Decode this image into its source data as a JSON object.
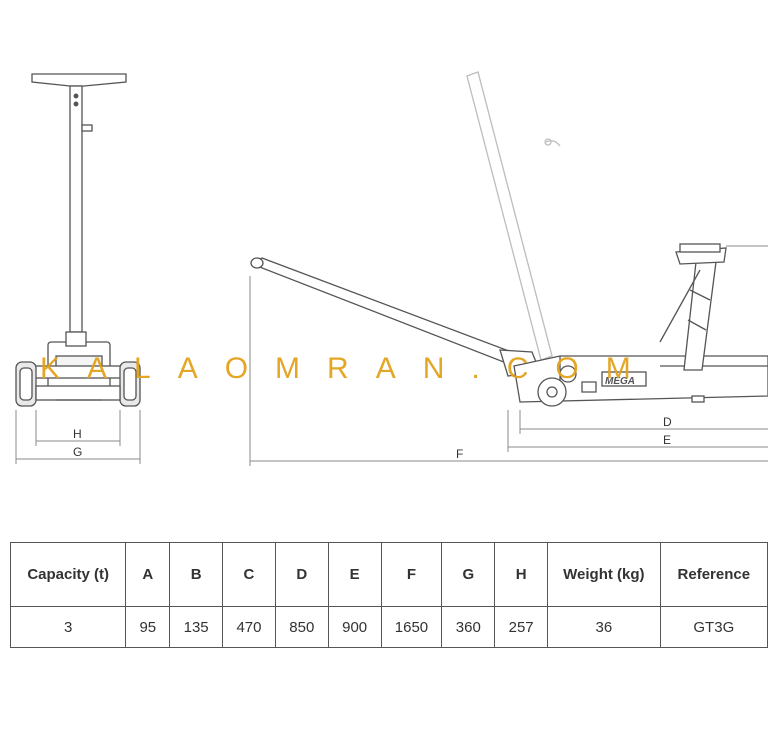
{
  "dimension_labels": {
    "H": "H",
    "G": "G",
    "D": "D",
    "E": "E",
    "F": "F"
  },
  "machine_badge": "MEGA",
  "watermark": "KALAOMRAN.COM",
  "table": {
    "headers": [
      "Capacity (t)",
      "A",
      "B",
      "C",
      "D",
      "E",
      "F",
      "G",
      "H",
      "Weight (kg)",
      "Reference"
    ],
    "rows": [
      [
        "3",
        "95",
        "135",
        "470",
        "850",
        "900",
        "1650",
        "360",
        "257",
        "36",
        "GT3G"
      ]
    ]
  },
  "colors": {
    "line": "#555555",
    "ghost_line": "#bdbdbd",
    "dimension_line": "#8a8a8a",
    "watermark": "#e3a21a",
    "table_border": "#555555"
  }
}
